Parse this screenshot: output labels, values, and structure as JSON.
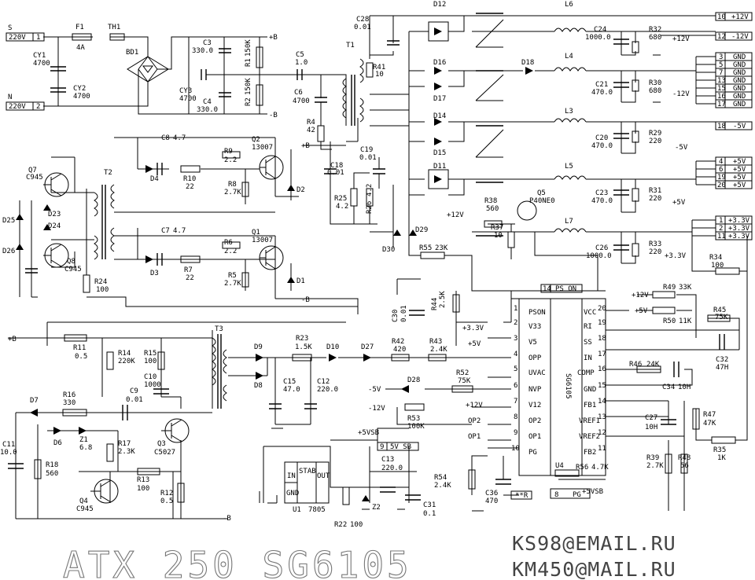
{
  "title": "ATX 250 SG6105",
  "emails": [
    "KS98@EMAIL.RU",
    "KM450@MAIL.RU"
  ],
  "input_terminals": [
    {
      "name": "S",
      "pin": "1",
      "label": "220V"
    },
    {
      "name": "N",
      "pin": "2",
      "label": "220V"
    }
  ],
  "output_connector": [
    {
      "pin": "10",
      "label": "+12V"
    },
    {
      "pin": "12",
      "label": "-12V"
    },
    {
      "pin": "3",
      "label": "GND"
    },
    {
      "pin": "5",
      "label": "GND"
    },
    {
      "pin": "7",
      "label": "GND"
    },
    {
      "pin": "13",
      "label": "GND"
    },
    {
      "pin": "15",
      "label": "GND"
    },
    {
      "pin": "16",
      "label": "GND"
    },
    {
      "pin": "17",
      "label": "GND"
    },
    {
      "pin": "18",
      "label": "-5V"
    },
    {
      "pin": "4",
      "label": "+5V"
    },
    {
      "pin": "6",
      "label": "+5V"
    },
    {
      "pin": "19",
      "label": "+5V"
    },
    {
      "pin": "20",
      "label": "+5V"
    },
    {
      "pin": "1",
      "label": "+3.3V"
    },
    {
      "pin": "2",
      "label": "+3.3V"
    },
    {
      "pin": "11",
      "label": "+3.3V"
    }
  ],
  "controller": {
    "ref": "U4",
    "part": "SG6105",
    "left_pins": [
      {
        "num": "1",
        "name": "PSON"
      },
      {
        "num": "2",
        "name": "V33"
      },
      {
        "num": "3",
        "name": "V5"
      },
      {
        "num": "4",
        "name": "OPP"
      },
      {
        "num": "5",
        "name": "UVAC"
      },
      {
        "num": "6",
        "name": "NVP"
      },
      {
        "num": "7",
        "name": "V12"
      },
      {
        "num": "8",
        "name": "OP2"
      },
      {
        "num": "9",
        "name": "OP1"
      },
      {
        "num": "10",
        "name": "PG"
      }
    ],
    "right_pins": [
      {
        "num": "20",
        "name": "VCC"
      },
      {
        "num": "19",
        "name": "RI"
      },
      {
        "num": "18",
        "name": "SS"
      },
      {
        "num": "17",
        "name": "IN"
      },
      {
        "num": "16",
        "name": "COMP"
      },
      {
        "num": "15",
        "name": "GND"
      },
      {
        "num": "14",
        "name": "FB1"
      },
      {
        "num": "13",
        "name": "VREF1"
      },
      {
        "num": "12",
        "name": "VREF2"
      },
      {
        "num": "11",
        "name": "FB2"
      }
    ],
    "left_signals": [
      "+3.3V",
      "+5V",
      "-5V",
      "-12V",
      "+12V",
      "OP2",
      "OP1"
    ]
  },
  "regulator": {
    "ref": "U1",
    "part": "7805",
    "pins": [
      "IN",
      "STAB",
      "OUT",
      "GND"
    ]
  },
  "connectors": [
    {
      "pin": "14",
      "label": "PS ON"
    },
    {
      "pin": "9",
      "label": "5V SB"
    },
    {
      "pin": "8",
      "label": "PG"
    }
  ],
  "net_labels": [
    "+B",
    "-B",
    "+12V",
    "-12V",
    "+5V",
    "-5V",
    "+3.3V",
    "+5VSB",
    "**R"
  ],
  "transformers": [
    "T1",
    "T2",
    "T3"
  ],
  "components": [
    {
      "ref": "F1",
      "value": "4A"
    },
    {
      "ref": "TH1",
      "value": ""
    },
    {
      "ref": "BD1",
      "value": ""
    },
    {
      "ref": "CY1",
      "value": "4700"
    },
    {
      "ref": "CY2",
      "value": "4700"
    },
    {
      "ref": "CY3",
      "value": "4700"
    },
    {
      "ref": "C3",
      "value": "330.0"
    },
    {
      "ref": "C4",
      "value": "330.0"
    },
    {
      "ref": "R1",
      "value": "150K"
    },
    {
      "ref": "R2",
      "value": "150K"
    },
    {
      "ref": "C5",
      "value": "1.0"
    },
    {
      "ref": "C6",
      "value": "4700"
    },
    {
      "ref": "R4",
      "value": "42"
    },
    {
      "ref": "C28",
      "value": "0.01"
    },
    {
      "ref": "R41",
      "value": "10"
    },
    {
      "ref": "D12",
      "value": ""
    },
    {
      "ref": "D16",
      "value": ""
    },
    {
      "ref": "D17",
      "value": ""
    },
    {
      "ref": "D18",
      "value": ""
    },
    {
      "ref": "D14",
      "value": ""
    },
    {
      "ref": "D15",
      "value": ""
    },
    {
      "ref": "D11",
      "value": ""
    },
    {
      "ref": "L6",
      "value": ""
    },
    {
      "ref": "L4",
      "value": ""
    },
    {
      "ref": "L3",
      "value": ""
    },
    {
      "ref": "L5",
      "value": ""
    },
    {
      "ref": "L7",
      "value": ""
    },
    {
      "ref": "C24",
      "value": "1000.0"
    },
    {
      "ref": "R32",
      "value": "680"
    },
    {
      "ref": "C21",
      "value": "470.0"
    },
    {
      "ref": "R30",
      "value": "680"
    },
    {
      "ref": "C20",
      "value": "470.0"
    },
    {
      "ref": "R29",
      "value": "220"
    },
    {
      "ref": "C23",
      "value": "470.0"
    },
    {
      "ref": "R31",
      "value": "220"
    },
    {
      "ref": "C26",
      "value": "1000.0"
    },
    {
      "ref": "R33",
      "value": "220"
    },
    {
      "ref": "R34",
      "value": "100"
    },
    {
      "ref": "C8",
      "value": "4.7"
    },
    {
      "ref": "C7",
      "value": "4.7"
    },
    {
      "ref": "R9",
      "value": "2.2"
    },
    {
      "ref": "R10",
      "value": "22"
    },
    {
      "ref": "R8",
      "value": "2.7K"
    },
    {
      "ref": "R6",
      "value": "2.2"
    },
    {
      "ref": "R7",
      "value": "22"
    },
    {
      "ref": "R5",
      "value": "2.7K"
    },
    {
      "ref": "Q2",
      "value": "13007"
    },
    {
      "ref": "Q1",
      "value": "13007"
    },
    {
      "ref": "D1",
      "value": ""
    },
    {
      "ref": "D2",
      "value": ""
    },
    {
      "ref": "D3",
      "value": ""
    },
    {
      "ref": "D4",
      "value": ""
    },
    {
      "ref": "C18",
      "value": "0.01"
    },
    {
      "ref": "C19",
      "value": "0.01"
    },
    {
      "ref": "R25",
      "value": "4.2"
    },
    {
      "ref": "R26",
      "value": "4.2"
    },
    {
      "ref": "Q7",
      "value": "C945"
    },
    {
      "ref": "Q8",
      "value": "C945"
    },
    {
      "ref": "D23",
      "value": ""
    },
    {
      "ref": "D24",
      "value": ""
    },
    {
      "ref": "D25",
      "value": ""
    },
    {
      "ref": "D26",
      "value": ""
    },
    {
      "ref": "R24",
      "value": "100"
    },
    {
      "ref": "D29",
      "value": ""
    },
    {
      "ref": "D30",
      "value": ""
    },
    {
      "ref": "R55",
      "value": "23K"
    },
    {
      "ref": "R38",
      "value": "560"
    },
    {
      "ref": "Q5",
      "value": "P40NE0"
    },
    {
      "ref": "R37",
      "value": "10"
    },
    {
      "ref": "R44",
      "value": "2.5K"
    },
    {
      "ref": "C30",
      "value": "0.01"
    },
    {
      "ref": "R42",
      "value": "420"
    },
    {
      "ref": "R43",
      "value": "2.4K"
    },
    {
      "ref": "R52",
      "value": "75K"
    },
    {
      "ref": "D28",
      "value": ""
    },
    {
      "ref": "R53",
      "value": "100K"
    },
    {
      "ref": "R49",
      "value": "33K"
    },
    {
      "ref": "R50",
      "value": "11K"
    },
    {
      "ref": "R45",
      "value": "75K"
    },
    {
      "ref": "C32",
      "value": "47H"
    },
    {
      "ref": "R46",
      "value": "24K"
    },
    {
      "ref": "C34",
      "value": "10H"
    },
    {
      "ref": "C27",
      "value": "10H"
    },
    {
      "ref": "R47",
      "value": "47K"
    },
    {
      "ref": "R35",
      "value": "1K"
    },
    {
      "ref": "R39",
      "value": "2.7K"
    },
    {
      "ref": "R48",
      "value": "56"
    },
    {
      "ref": "R56",
      "value": "4.7K"
    },
    {
      "ref": "R54",
      "value": "2.4K"
    },
    {
      "ref": "C36",
      "value": "470"
    },
    {
      "ref": "R11",
      "value": "0.5"
    },
    {
      "ref": "R14",
      "value": "220K"
    },
    {
      "ref": "R15",
      "value": "100"
    },
    {
      "ref": "C10",
      "value": "1000"
    },
    {
      "ref": "R16",
      "value": "330"
    },
    {
      "ref": "C9",
      "value": "0.01"
    },
    {
      "ref": "D7",
      "value": ""
    },
    {
      "ref": "D6",
      "value": ""
    },
    {
      "ref": "Z1",
      "value": "6.8"
    },
    {
      "ref": "R17",
      "value": "2.3K"
    },
    {
      "ref": "Q3",
      "value": "C5027"
    },
    {
      "ref": "C11",
      "value": "10.0"
    },
    {
      "ref": "R18",
      "value": "560"
    },
    {
      "ref": "R13",
      "value": "100"
    },
    {
      "ref": "R12",
      "value": "0.5"
    },
    {
      "ref": "Q4",
      "value": "C945"
    },
    {
      "ref": "D9",
      "value": ""
    },
    {
      "ref": "D8",
      "value": ""
    },
    {
      "ref": "R23",
      "value": "1.5K"
    },
    {
      "ref": "D10",
      "value": ""
    },
    {
      "ref": "D27",
      "value": ""
    },
    {
      "ref": "C15",
      "value": "47.0"
    },
    {
      "ref": "C12",
      "value": "220.0"
    },
    {
      "ref": "C13",
      "value": "220.0"
    },
    {
      "ref": "C31",
      "value": "0.1"
    },
    {
      "ref": "Z2",
      "value": ""
    },
    {
      "ref": "R22",
      "value": "100"
    }
  ]
}
